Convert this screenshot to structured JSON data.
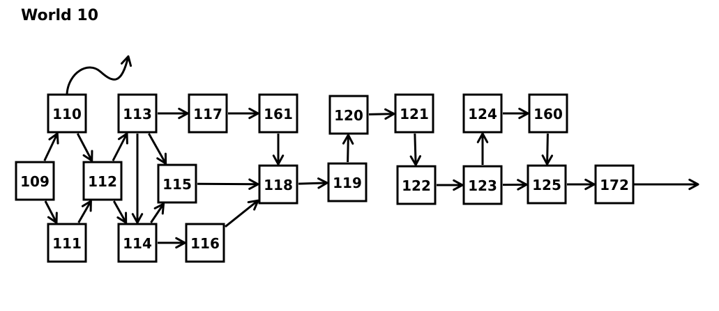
{
  "title": "World 10",
  "nodes": [
    {
      "id": "110",
      "label": "110"
    },
    {
      "id": "113",
      "label": "113"
    },
    {
      "id": "117",
      "label": "117"
    },
    {
      "id": "161",
      "label": "161"
    },
    {
      "id": "120",
      "label": "120"
    },
    {
      "id": "121",
      "label": "121"
    },
    {
      "id": "124",
      "label": "124"
    },
    {
      "id": "160",
      "label": "160"
    },
    {
      "id": "109",
      "label": "109"
    },
    {
      "id": "112",
      "label": "112"
    },
    {
      "id": "115",
      "label": "115"
    },
    {
      "id": "118",
      "label": "118"
    },
    {
      "id": "119",
      "label": "119"
    },
    {
      "id": "122",
      "label": "122"
    },
    {
      "id": "123",
      "label": "123"
    },
    {
      "id": "125",
      "label": "125"
    },
    {
      "id": "172",
      "label": "172"
    },
    {
      "id": "111",
      "label": "111"
    },
    {
      "id": "114",
      "label": "114"
    },
    {
      "id": "116",
      "label": "116"
    }
  ],
  "edges": [
    {
      "from": "109",
      "to": "110"
    },
    {
      "from": "109",
      "to": "111"
    },
    {
      "from": "110",
      "to": "112"
    },
    {
      "from": "111",
      "to": "112"
    },
    {
      "from": "112",
      "to": "113"
    },
    {
      "from": "112",
      "to": "114"
    },
    {
      "from": "113",
      "to": "117"
    },
    {
      "from": "113",
      "to": "115"
    },
    {
      "from": "113",
      "to": "114"
    },
    {
      "from": "114",
      "to": "115"
    },
    {
      "from": "114",
      "to": "116"
    },
    {
      "from": "117",
      "to": "161"
    },
    {
      "from": "161",
      "to": "118"
    },
    {
      "from": "115",
      "to": "118"
    },
    {
      "from": "116",
      "to": "118"
    },
    {
      "from": "118",
      "to": "119"
    },
    {
      "from": "119",
      "to": "120"
    },
    {
      "from": "120",
      "to": "121"
    },
    {
      "from": "121",
      "to": "122"
    },
    {
      "from": "122",
      "to": "123"
    },
    {
      "from": "123",
      "to": "124"
    },
    {
      "from": "124",
      "to": "160"
    },
    {
      "from": "160",
      "to": "125"
    },
    {
      "from": "123",
      "to": "125"
    },
    {
      "from": "125",
      "to": "172"
    }
  ],
  "exits": [
    {
      "from": "110",
      "style": "wavy"
    },
    {
      "from": "172",
      "style": "straight"
    }
  ]
}
